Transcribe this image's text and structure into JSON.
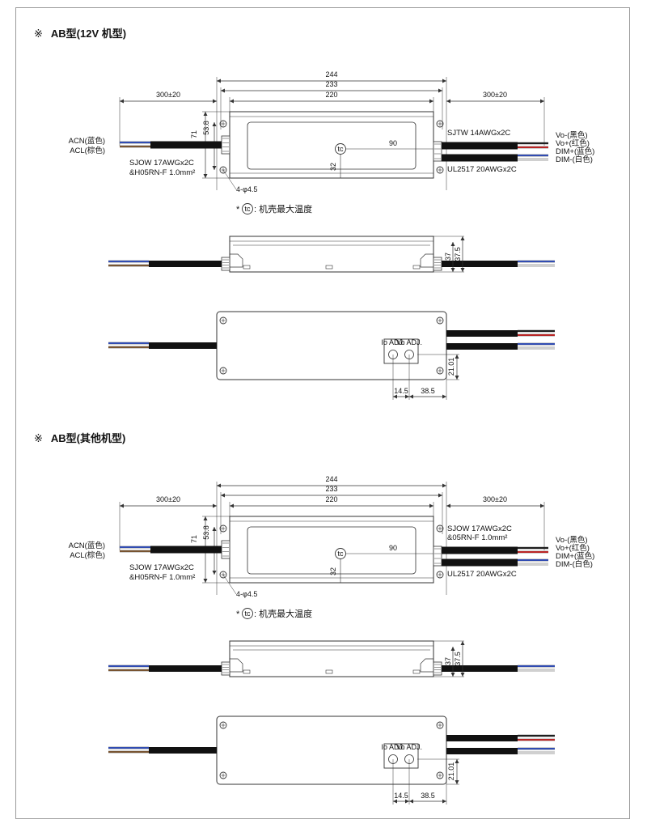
{
  "sections": [
    {
      "title_mark": "※",
      "title": "AB型(12V 机型)",
      "dims": {
        "overall": "244",
        "mount": "233",
        "body": "220",
        "lead_in": "300±20",
        "lead_out": "300±20",
        "h71": "71",
        "h538": "53.8",
        "d32": "32",
        "d90": "90",
        "holes": "4-φ4.5",
        "h37": "37",
        "h375": "37.5",
        "d2101": "21.01",
        "d145": "14.5",
        "d385": "38.5"
      },
      "input_labels": [
        "ACN(蓝色)",
        "ACL(棕色)"
      ],
      "input_cable": [
        "SJOW 17AWGx2C",
        "&H05RN-F 1.0mm²"
      ],
      "output_cable_top": [
        "SJTW 14AWGx2C"
      ],
      "output_cable_bottom": "UL2517 20AWGx2C",
      "output_labels": [
        "Vo-(黑色)",
        "Vo+(红色)",
        "DIM+(蓝色)",
        "DIM-(白色)"
      ],
      "tc_symbol": "tc",
      "tc_note_prefix": "*",
      "tc_note": ": 机壳最大温度",
      "adj_labels": [
        "Io ADJ.",
        "Vo ADJ."
      ]
    },
    {
      "title_mark": "※",
      "title": "AB型(其他机型)",
      "dims": {
        "overall": "244",
        "mount": "233",
        "body": "220",
        "lead_in": "300±20",
        "lead_out": "300±20",
        "h71": "71",
        "h538": "53.8",
        "d32": "32",
        "d90": "90",
        "holes": "4-φ4.5",
        "h37": "37",
        "h375": "37.5",
        "d2101": "21.01",
        "d145": "14.5",
        "d385": "38.5"
      },
      "input_labels": [
        "ACN(蓝色)",
        "ACL(棕色)"
      ],
      "input_cable": [
        "SJOW 17AWGx2C",
        "&H05RN-F 1.0mm²"
      ],
      "output_cable_top": [
        "SJOW 17AWGx2C",
        "&05RN-F 1.0mm²"
      ],
      "output_cable_bottom": "UL2517 20AWGx2C",
      "output_labels": [
        "Vo-(黑色)",
        "Vo+(红色)",
        "DIM+(蓝色)",
        "DIM-(白色)"
      ],
      "tc_symbol": "tc",
      "tc_note_prefix": "*",
      "tc_note": ": 机壳最大温度",
      "adj_labels": [
        "Io ADJ.",
        "Vo ADJ."
      ]
    }
  ],
  "wire_colors": {
    "jacket": "#111111",
    "blue": "#2b4fd6",
    "brown": "#8a5a2b",
    "red": "#e11b1b",
    "white": "#ffffff",
    "line": "#333333"
  }
}
